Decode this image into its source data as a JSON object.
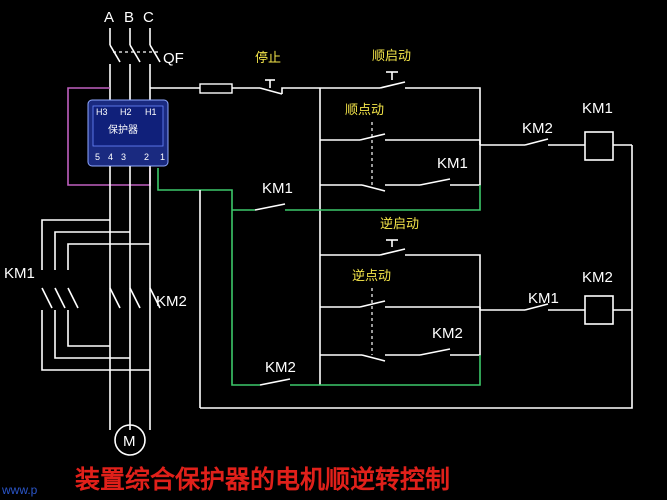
{
  "phases": [
    "A",
    "B",
    "C"
  ],
  "breaker_label": "QF",
  "protector": {
    "name": "保护器",
    "top_terminals": [
      "H3",
      "H2",
      "H1"
    ],
    "bottom_terminals": [
      "5",
      "4",
      "3",
      "2",
      "1"
    ]
  },
  "contactors": {
    "forward": "KM1",
    "reverse": "KM2"
  },
  "buttons": {
    "stop": "停止",
    "forward_start": "顺启动",
    "forward_jog": "顺点动",
    "reverse_start": "逆启动",
    "reverse_jog": "逆点动"
  },
  "motor_label": "M",
  "title": "装置综合保护器的电机顺逆转控制",
  "watermark": "www.p"
}
